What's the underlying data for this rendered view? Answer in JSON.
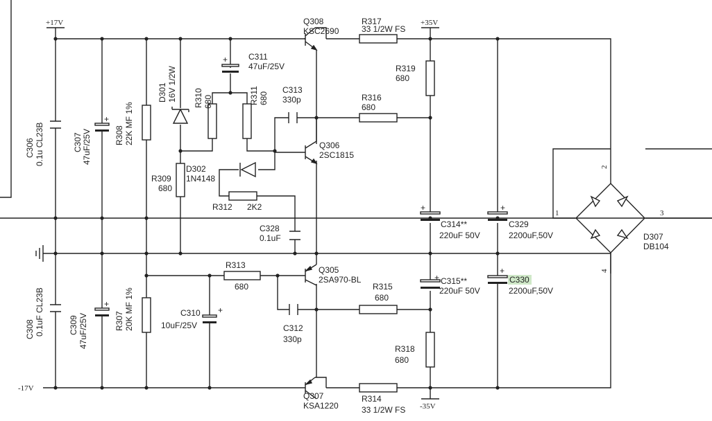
{
  "rails": {
    "p17": "+17V",
    "p35": "+35V",
    "m17": "-17V",
    "m35": "-35V"
  },
  "components": {
    "C306": {
      "ref": "C306",
      "val": "0.1u CL23B"
    },
    "C307": {
      "ref": "C307",
      "val": "47uF/25V"
    },
    "R308": {
      "ref": "R308",
      "val": "22K MF 1%"
    },
    "D301": {
      "ref": "D301",
      "val": "16V 1/2W"
    },
    "R310": {
      "ref": "R310",
      "val": "680"
    },
    "C311": {
      "ref": "C311",
      "val": "47uF/25V"
    },
    "R311": {
      "ref": "R311",
      "val": "680"
    },
    "C313": {
      "ref": "C313",
      "val": "330p"
    },
    "Q308": {
      "ref": "Q308",
      "val": "KSC2690"
    },
    "R317": {
      "ref": "R317",
      "val": "33 1/2W FS"
    },
    "R319": {
      "ref": "R319",
      "val": "680"
    },
    "R316": {
      "ref": "R316",
      "val": "680"
    },
    "Q306": {
      "ref": "Q306",
      "val": "2SC1815"
    },
    "R309": {
      "ref": "R309",
      "val": "680"
    },
    "D302": {
      "ref": "D302",
      "val": "1N4148"
    },
    "R312": {
      "ref": "R312",
      "val": "2K2"
    },
    "C328": {
      "ref": "C328",
      "val": "0.1uF"
    },
    "C314": {
      "ref": "C314**",
      "val": "220uF 50V"
    },
    "C329": {
      "ref": "C329",
      "val": "2200uF,50V"
    },
    "D307": {
      "ref": "D307",
      "val": "DB104"
    },
    "C308": {
      "ref": "C308",
      "val": "0.1uF CL23B"
    },
    "C309": {
      "ref": "C309",
      "val": "47uF/25V"
    },
    "R307": {
      "ref": "R307",
      "val": "20K MF 1%"
    },
    "R313": {
      "ref": "R313",
      "val": "680"
    },
    "C310": {
      "ref": "C310",
      "val": "10uF/25V"
    },
    "Q305": {
      "ref": "Q305",
      "val": "2SA970-BL"
    },
    "C315": {
      "ref": "C315**",
      "val": "220uF 50V"
    },
    "C330": {
      "ref": "C330",
      "val": "2200uF,50V"
    },
    "R315": {
      "ref": "R315",
      "val": "680"
    },
    "C312": {
      "ref": "C312",
      "val": "330p"
    },
    "R318": {
      "ref": "R318",
      "val": "680"
    },
    "Q307": {
      "ref": "Q307",
      "val": "KSA1220"
    },
    "R314": {
      "ref": "R314",
      "val": "33 1/2W FS"
    }
  },
  "bridge_pins": {
    "p1": "1",
    "p2": "2",
    "p3": "3",
    "p4": "4"
  },
  "polarity": "+",
  "highlight": {
    "component": "C330",
    "color": "#cfe8c8"
  }
}
